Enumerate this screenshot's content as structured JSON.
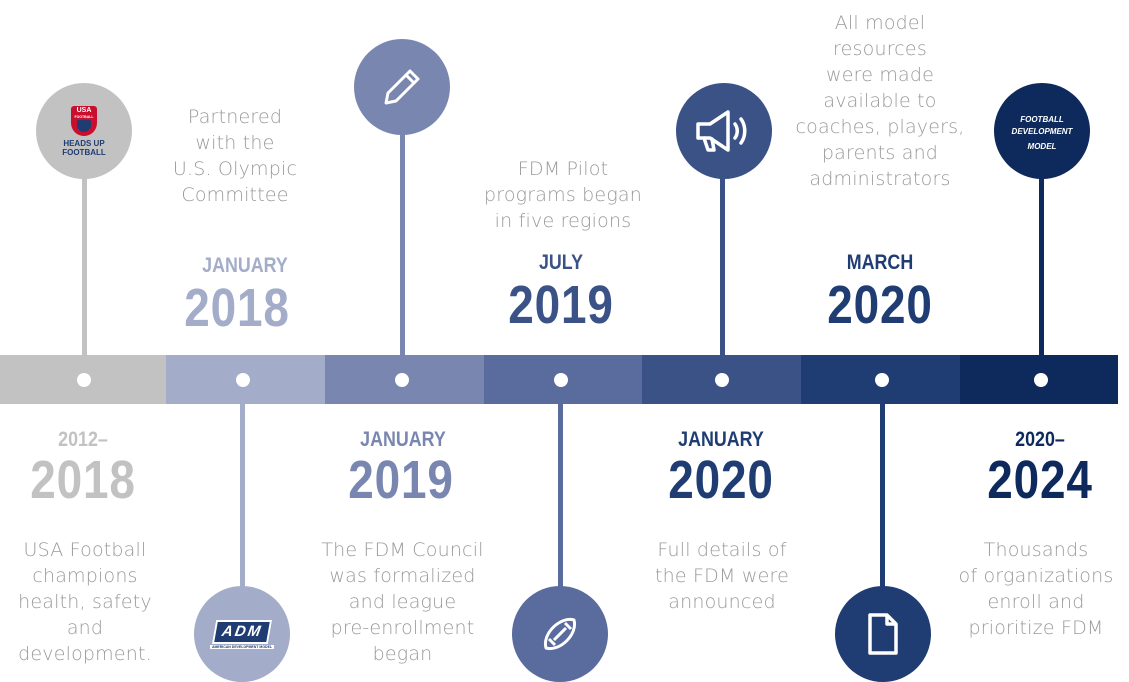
{
  "colors": {
    "c1": "#c2c2c2",
    "c2": "#a3acc9",
    "c3": "#7987b0",
    "c4": "#5a6c9e",
    "c5": "#3b5287",
    "c6": "#1f3c73",
    "c7": "#0e2a5c",
    "gray_text": "#9a9a9a"
  },
  "milestones": [
    {
      "month": "2012–",
      "year": "2018",
      "description": "USA Football\nchampions\nhealth, safety\nand\ndevelopment.",
      "icon": "usa-football-heads-up-logo",
      "logo": {
        "top": "USA",
        "mid": "FOOTBALL",
        "line1": "HEADS UP",
        "line2": "FOOTBALL"
      }
    },
    {
      "month": "JANUARY",
      "year": "2018",
      "description": "Partnered\nwith the\nU.S. Olympic\nCommittee",
      "icon": "adm-logo",
      "logo": {
        "main": "ADM",
        "sub": "AMERICAN DEVELOPMENT MODEL"
      }
    },
    {
      "month": "JANUARY",
      "year": "2019",
      "description": "The FDM Council\nwas formalized\nand league\npre-enrollment\nbegan",
      "icon": "pencil-icon"
    },
    {
      "month": "JULY",
      "year": "2019",
      "description": "FDM Pilot\nprograms began\nin five regions",
      "icon": "football-icon"
    },
    {
      "month": "JANUARY",
      "year": "2020",
      "description": "Full details of\nthe FDM were\nannounced",
      "icon": "megaphone-icon"
    },
    {
      "month": "MARCH",
      "year": "2020",
      "description": "All model\nresources\nwere made\navailable to\ncoaches, players,\nparents and\nadministrators",
      "icon": "document-icon"
    },
    {
      "month": "2020–",
      "year": "2024",
      "description": "Thousands\nof organizations\nenroll and\nprioritize FDM",
      "icon": "fdm-logo",
      "logo": {
        "line1": "FOOTBALL",
        "line1b": "DEVELOPMENT",
        "line2": "MODEL",
        "faint1": "",
        "faint2": ""
      }
    }
  ]
}
